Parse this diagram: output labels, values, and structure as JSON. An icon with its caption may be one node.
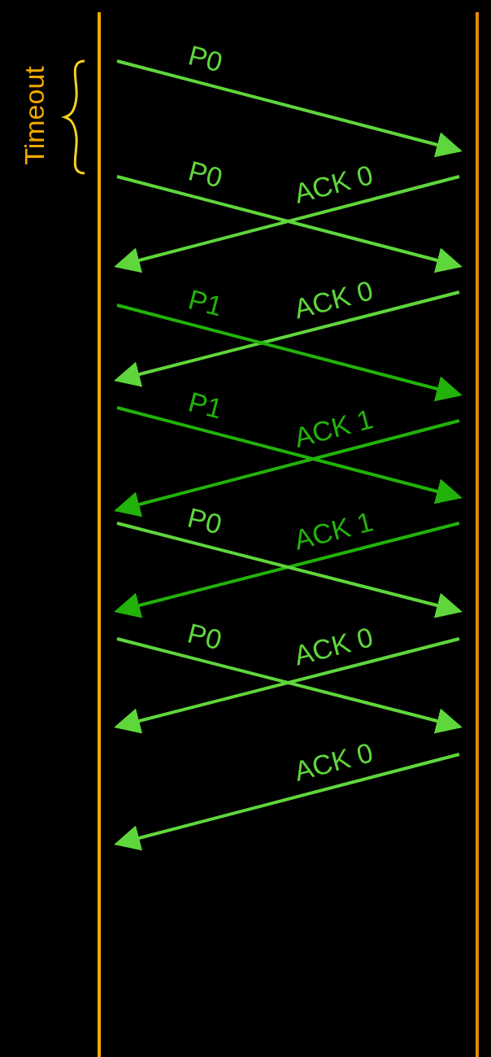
{
  "diagram": {
    "nodes": [
      {
        "text": [],
        "shape": "bar"
      },
      {
        "text": [],
        "shape": "bar"
      }
    ],
    "edges": [
      {
        "from": 0,
        "to": 1,
        "arrow": "to",
        "label": "P0"
      },
      {
        "from": 0,
        "to": 1,
        "arrow": "to",
        "label": "P0"
      },
      {
        "from": 1,
        "to": 0,
        "arrow": "to",
        "label": "ACK 0"
      },
      {
        "from": 1,
        "to": 0,
        "arrow": "to",
        "label": "ACK 0"
      },
      {
        "from": 0,
        "to": 1,
        "arrow": "to",
        "label": "P1",
        "color": "#22b20a"
      },
      {
        "from": 0,
        "to": 1,
        "arrow": "to",
        "label": "P1",
        "color": "#22b20a"
      },
      {
        "from": 1,
        "to": 0,
        "arrow": "to",
        "label": "ACK 1",
        "color": "#22b20a"
      },
      {
        "from": 1,
        "to": 0,
        "arrow": "to",
        "label": "ACK 1",
        "color": "#22b20a"
      },
      {
        "from": 0,
        "to": 1,
        "arrow": "to",
        "label": "P0"
      },
      {
        "from": 0,
        "to": 1,
        "arrow": "to",
        "label": "P0"
      },
      {
        "from": 1,
        "to": 0,
        "arrow": "to",
        "label": "ACK 0"
      },
      {
        "from": 1,
        "to": 0,
        "arrow": "to",
        "label": "ACK 0"
      }
    ],
    "labels": [
      "Timeout"
    ]
  }
}
